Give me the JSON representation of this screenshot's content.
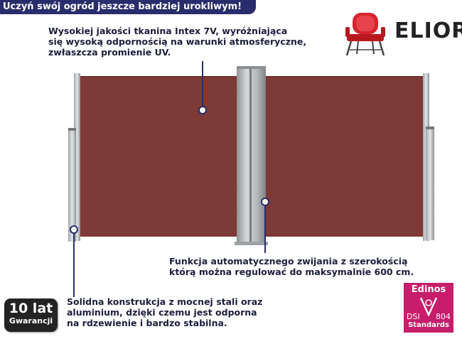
{
  "banner": {
    "text": "Uczyń swój ogród jeszcze bardziej urokliwym!"
  },
  "brand": {
    "logo_text": "ELIOR",
    "icon": "chair-icon",
    "color": "#d6232e"
  },
  "features": {
    "fabric": {
      "lines": [
        "Wysokiej jakości tkanina Intex 7V, wyróżniająca",
        "się wysoką odpornością na warunki atmosferyczne,",
        "zwłaszcza promienie UV."
      ]
    },
    "mechanism": {
      "lines": [
        "Funkcja automatycznego zwijania z szerokością",
        "którą można regulować do maksymalnie 600 cm."
      ]
    },
    "construction": {
      "lines": [
        "Solidna konstrukcja z mocnej stali oraz",
        "aluminium, dzięki czemu jest odporna",
        "na rdzewienie i bardzo stabilna."
      ]
    }
  },
  "warranty": {
    "big": "10 lat",
    "small": "Gwarancji"
  },
  "certificate": {
    "name": "Edinos",
    "dsi": "DSI",
    "number": "804",
    "standard": "Standards",
    "color": "#c71d6a"
  },
  "colors": {
    "fabric": "#7d3a36",
    "post": "#c9cdcf",
    "navy": "#2a2d6b"
  }
}
